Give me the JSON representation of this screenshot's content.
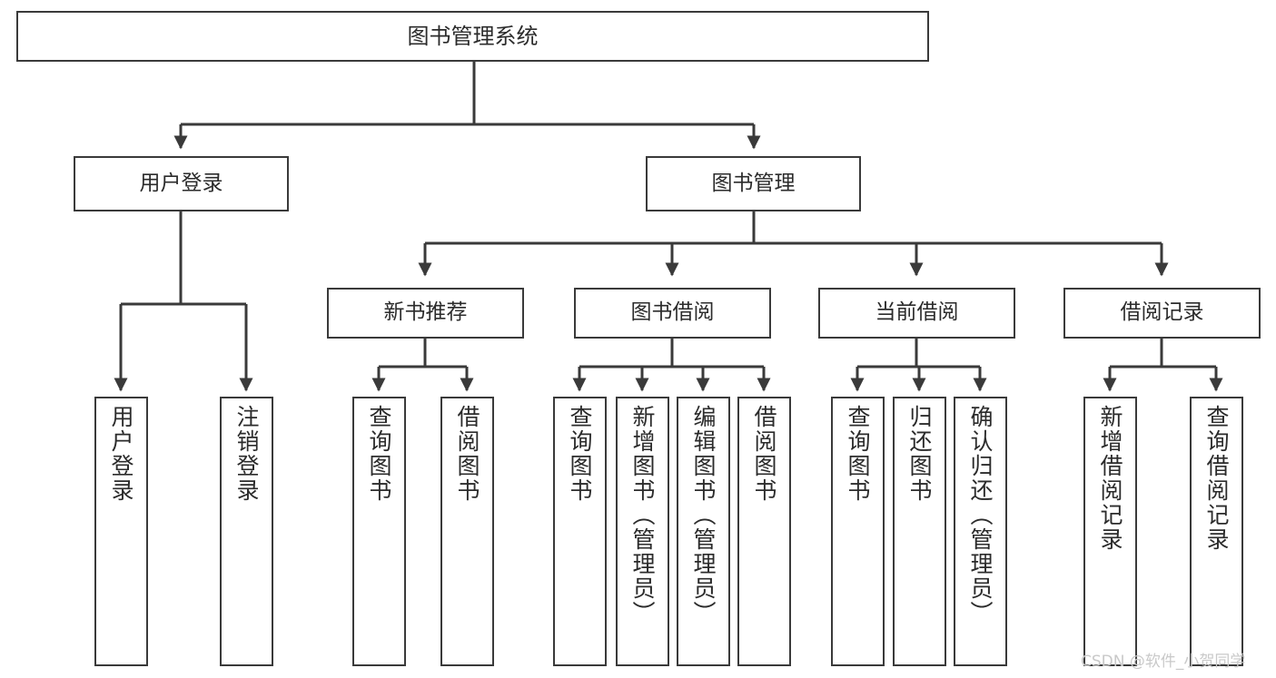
{
  "diagram": {
    "title": "图书管理系统",
    "watermark": "CSDN @软件_小贺同学",
    "colors": {
      "box_border": "#3a3a3a",
      "connector": "#3a3a3a",
      "text": "#2b2b2b",
      "background": "#ffffff",
      "watermark": "#c9c9c9"
    },
    "nodes": {
      "root": {
        "label": "图书管理系统"
      },
      "level2": [
        {
          "label": "用户登录"
        },
        {
          "label": "图书管理"
        }
      ],
      "level3": [
        {
          "label": "新书推荐"
        },
        {
          "label": "图书借阅"
        },
        {
          "label": "当前借阅"
        },
        {
          "label": "借阅记录"
        }
      ],
      "leaves_user_login": [
        {
          "label": "用户登录"
        },
        {
          "label": "注销登录"
        }
      ],
      "leaves_new_book": [
        {
          "label": "查询图书"
        },
        {
          "label": "借阅图书"
        }
      ],
      "leaves_borrow": [
        {
          "label": "查询图书"
        },
        {
          "label": "新增图书（管理员）"
        },
        {
          "label": "编辑图书（管理员）"
        },
        {
          "label": "借阅图书"
        }
      ],
      "leaves_current": [
        {
          "label": "查询图书"
        },
        {
          "label": "归还图书"
        },
        {
          "label": "确认归还（管理员）"
        }
      ],
      "leaves_records": [
        {
          "label": "新增借阅记录"
        },
        {
          "label": "查询借阅记录"
        }
      ]
    }
  }
}
